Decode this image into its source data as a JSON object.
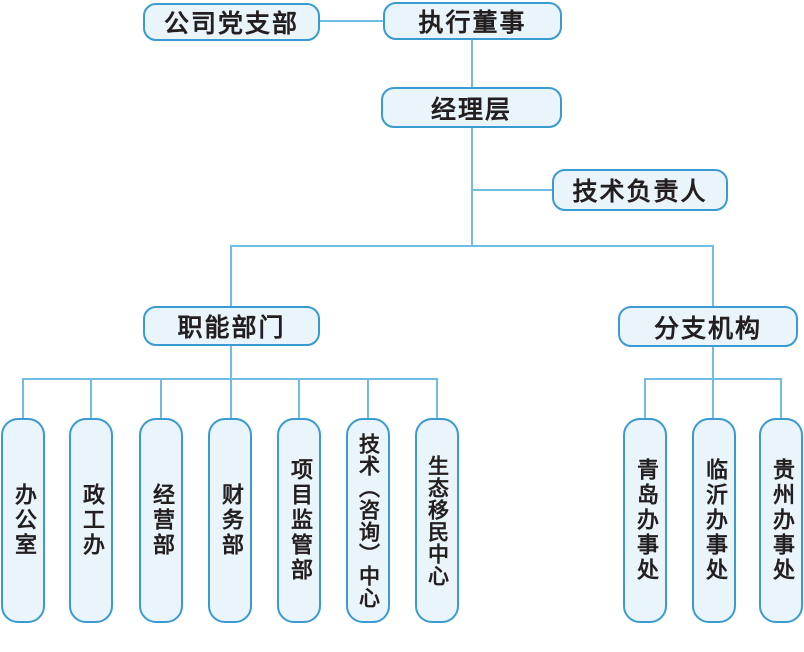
{
  "diagram": {
    "type": "org-chart",
    "nodes": {
      "party_branch": "公司党支部",
      "executive_director": "执行董事",
      "management": "经理层",
      "technical_lead": "技术负责人",
      "functional_departments": "职能部门",
      "branch_offices": "分支机构"
    },
    "functional_departments_children": [
      "办公室",
      "政工办",
      "经营部",
      "财务部",
      "项目监管部",
      "技术（咨询）中心",
      "生态移民中心"
    ],
    "branch_offices_children": [
      "青岛办事处",
      "临沂办事处",
      "贵州办事处"
    ],
    "colors": {
      "node_fill": "#eaf4fb",
      "node_border": "#3a9ad2",
      "connector": "#6fbde2",
      "text": "#231f20",
      "background": "#ffffff"
    }
  }
}
